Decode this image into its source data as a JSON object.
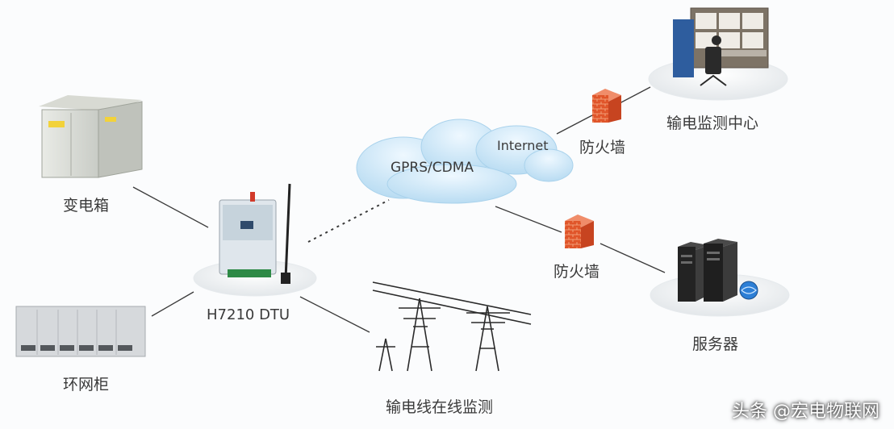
{
  "labels": {
    "transformer_box": "变电箱",
    "ring_cabinet": "环网柜",
    "dtu": "H7210 DTU",
    "power_line": "输电线在线监测",
    "cloud": "GPRS/CDMA",
    "internet": "Internet",
    "firewall_top": "防火墙",
    "firewall_bottom": "防火墙",
    "monitor_center": "输电监测中心",
    "server": "服务器"
  },
  "watermark": "头条 @宏电物联网",
  "colors": {
    "line": "#3a3a3a",
    "cloud_fill": "#cfe8f7",
    "firewall": "#e0552a",
    "text": "#3a3a3a"
  }
}
